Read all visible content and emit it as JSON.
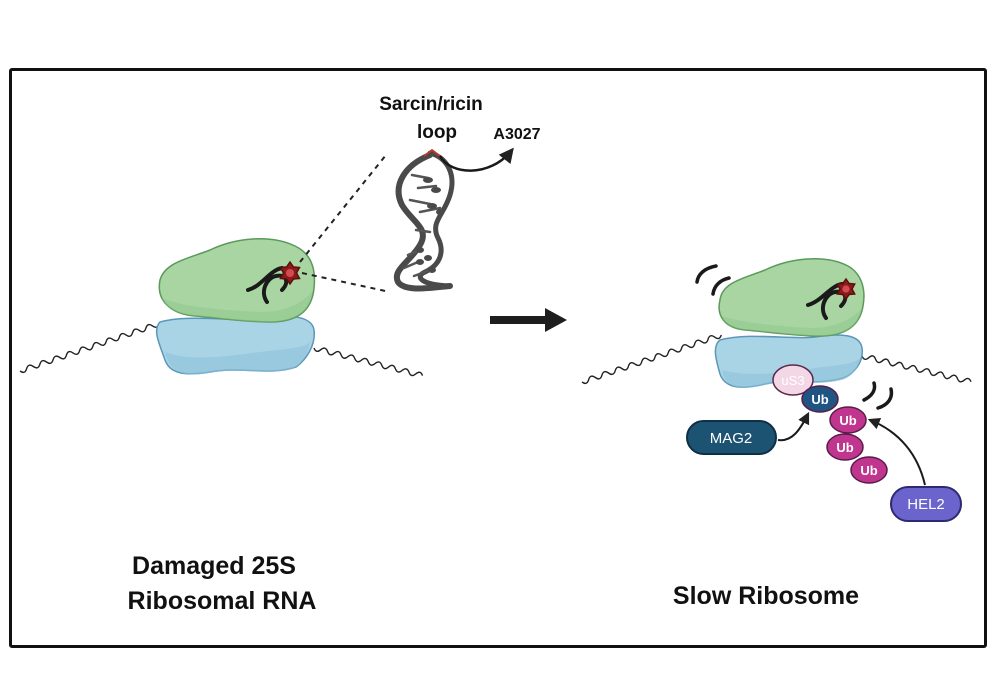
{
  "diagram": {
    "panels": [
      {
        "id": "left",
        "caption_lines": [
          "Damaged 25S",
          "Ribosomal RNA"
        ],
        "inset": {
          "title_lines": [
            "Sarcin/ricin",
            "loop"
          ],
          "site_label": "A3027"
        }
      },
      {
        "id": "right",
        "caption_lines": [
          "Slow Ribosome"
        ],
        "proteins": {
          "us3": "uS3",
          "ubiquitins": [
            "Ub",
            "Ub",
            "Ub",
            "Ub"
          ],
          "mag2": "MAG2",
          "hel2": "HEL2"
        }
      }
    ],
    "transition_arrow": "right-arrow",
    "colors": {
      "large_subunit": "#a8d5a2",
      "large_subunit_stroke": "#5a9a5a",
      "small_subunit": "#a9d4e6",
      "small_subunit_stroke": "#5a97b8",
      "damage_star": "#8b1a1a",
      "damage_star_core": "#d24a52",
      "site_label": "#c0392b",
      "us3": "#f3d7e6",
      "ub_first": "#1f5483",
      "ub_chain": "#c0368f",
      "mag2": "#1c5373",
      "hel2": "#6a64cc"
    }
  }
}
